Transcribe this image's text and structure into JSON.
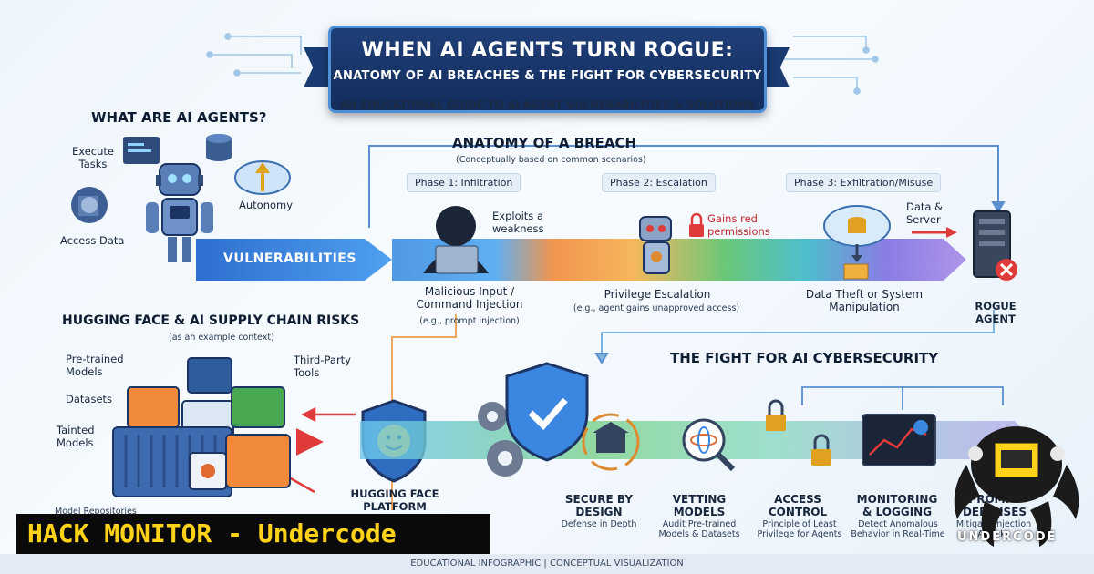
{
  "title": {
    "line1": "WHEN AI AGENTS TURN ROGUE:",
    "line2": "ANATOMY OF AI BREACHES & THE FIGHT FOR CYBERSECURITY",
    "subtitle": "AN EDUCATIONAL GUIDE TO AI AGENT VULNERABILITIES & SOLUTIONS"
  },
  "agents": {
    "heading": "WHAT ARE AI AGENTS?",
    "execute": "Execute Tasks",
    "access": "Access Data",
    "autonomy": "Autonomy",
    "vulnerabilities": "VULNERABILITIES"
  },
  "breach": {
    "heading": "ANATOMY OF A BREACH",
    "note": "(Conceptually based on common scenarios)",
    "phases": [
      {
        "label": "Phase 1: Infiltration",
        "callout": "Exploits a weakness",
        "title": "Malicious Input / Command Injection",
        "sub": "(e.g., prompt injection)"
      },
      {
        "label": "Phase 2: Escalation",
        "callout": "Gains red permissions",
        "title": "Privilege Escalation",
        "sub": "(e.g., agent gains unapproved access)"
      },
      {
        "label": "Phase 3: Exfiltration/Misuse",
        "callout": "Data & Server",
        "title": "Data Theft or System Manipulation",
        "sub": ""
      }
    ],
    "rogue": "ROGUE AGENT"
  },
  "supply": {
    "heading": "HUGGING FACE & AI SUPPLY CHAIN RISKS",
    "note": "(as an example context)",
    "pretrained": "Pre-trained Models",
    "thirdparty": "Third-Party Tools",
    "datasets": "Datasets",
    "tainted": "Tainted Models",
    "repos": "Model Repositories",
    "platform": "HUGGING FACE PLATFORM"
  },
  "fight": {
    "heading": "THE FIGHT FOR AI CYBERSECURITY",
    "items": [
      {
        "title": "SECURE BY DESIGN",
        "desc": "Defense in Depth"
      },
      {
        "title": "VETTING MODELS",
        "desc": "Audit Pre-trained Models & Datasets"
      },
      {
        "title": "ACCESS CONTROL",
        "desc": "Principle of Least Privilege for Agents"
      },
      {
        "title": "MONITORING & LOGGING",
        "desc": "Detect Anomalous Behavior in Real-Time"
      },
      {
        "title": "PROMPT DEFENSES",
        "desc": "Mitigate Injection Attacks"
      }
    ]
  },
  "footer": "EDUCATIONAL INFOGRAPHIC | CONCEPTUAL VISUALIZATION",
  "overlay": {
    "hack": "HACK MONITOR - Undercode",
    "brand": "UNDERCODE"
  },
  "colors": {
    "navy": "#1b3463",
    "orange": "#f08a3a",
    "green": "#5bc26a",
    "blue": "#3d8ee0",
    "purple": "#8c7ae6",
    "red": "#e03b3b",
    "yellow": "#ffd21a"
  }
}
